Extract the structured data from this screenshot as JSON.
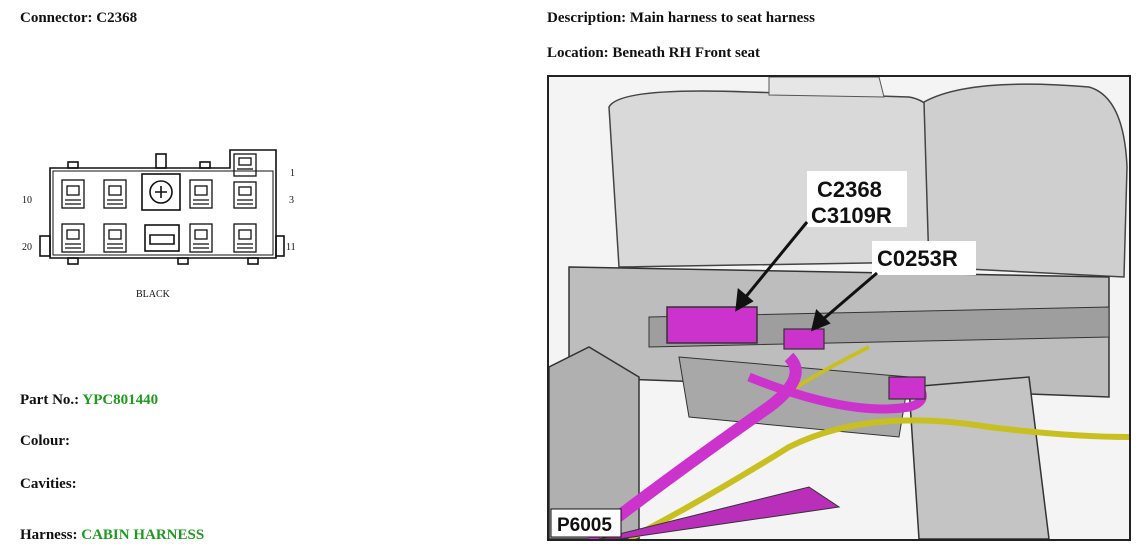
{
  "connector": {
    "label": "Connector:",
    "value": "C2368"
  },
  "description": {
    "label": "Description:",
    "value": "Main harness to seat harness"
  },
  "location": {
    "label": "Location:",
    "value": "Beneath RH Front seat"
  },
  "diagram": {
    "pin_labels": {
      "p1": "1",
      "p3": "3",
      "p10": "10",
      "p11": "11",
      "p20": "20"
    },
    "colour_caption": "BLACK"
  },
  "part_no": {
    "label": "Part No.:",
    "value": "YPC801440"
  },
  "colour": {
    "label": "Colour:",
    "value": ""
  },
  "cavities": {
    "label": "Cavities:",
    "value": ""
  },
  "harness": {
    "label": "Harness:",
    "value": "CABIN HARNESS"
  },
  "photo": {
    "callouts": [
      "C2368",
      "C3109R",
      "C0253R"
    ],
    "figure_ref": "P6005",
    "colors": {
      "connector": "#cc33cc",
      "yellow_harness": "#c8c020",
      "seat": "#d8d8d8"
    }
  }
}
